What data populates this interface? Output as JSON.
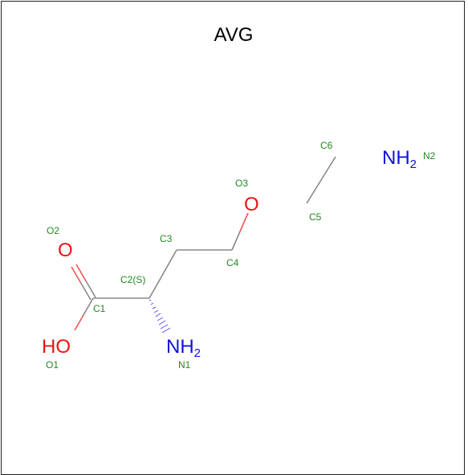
{
  "title": "AVG",
  "atoms": {
    "o2_symbol": "O",
    "o1_symbol": "HO",
    "n1_symbol": "NH",
    "n1_sub": "2",
    "o3_symbol": "O",
    "n2_symbol": "NH",
    "n2_sub": "2"
  },
  "labels": {
    "o2": "O2",
    "o1": "O1",
    "c1": "C1",
    "c2": "C2(S)",
    "n1": "N1",
    "c3": "C3",
    "c4": "C4",
    "o3": "O3",
    "c5": "C5",
    "c6": "C6",
    "n2": "N2"
  },
  "colors": {
    "oxygen": "#ee1111",
    "nitrogen": "#1111dd",
    "carbon_bond": "#888888",
    "atom_label": "#228822"
  }
}
